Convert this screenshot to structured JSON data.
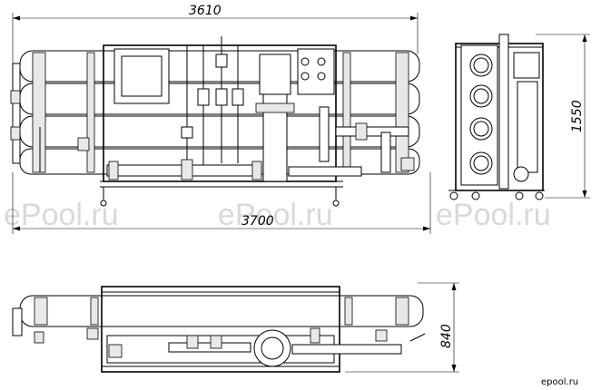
{
  "dimensions": {
    "frame_length": "3610",
    "overall_length": "3700",
    "height": "1550",
    "depth": "840"
  },
  "watermark": {
    "text": "ePool.ru"
  },
  "logo": {
    "text": "epool.ru"
  }
}
